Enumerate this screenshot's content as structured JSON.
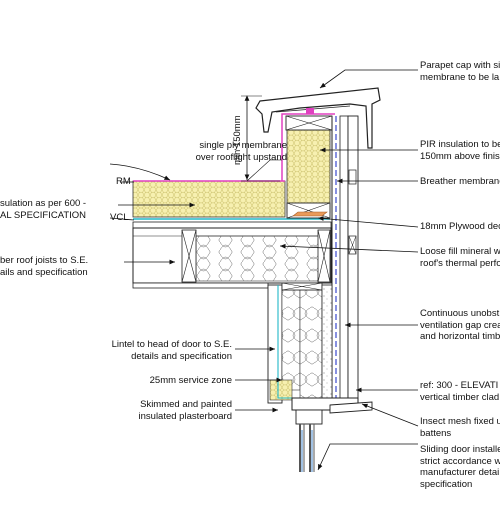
{
  "labels": {
    "membrane_left": "single ply membrane\nover rooflight upstand",
    "rm": "RM",
    "insulation_left": "sulation as per 600 -\nAL SPECIFICATION",
    "vcl": "VCL",
    "joists": "ber roof joists to S.E.\nails and specification",
    "lintel": "Lintel to head of door to S.E.\ndetails and specification",
    "service_zone": "25mm service zone",
    "plasterboard": "Skimmed and painted\ninsulated plasterboard",
    "dimension": "min 150mm",
    "parapet": "Parapet cap with si\nmembrane to be la",
    "pir": "PIR insulation to be\n150mm above finis",
    "breather": "Breather membrane",
    "plywood": "18mm Plywood dec",
    "loose_fill": "Loose fill mineral w\nroof's thermal perfo",
    "ventilation": "Continuous unobst\nventilation gap crea\nand horizontal timb",
    "elevation": "ref: 300 - ELEVATI\nvertical timber clad",
    "insect_mesh": "Insect mesh fixed u\nbattens",
    "sliding_door": "Sliding door installe\nstrict accordance w\nmanufacturer detai\nspecification"
  },
  "colors": {
    "insulation_fill": "#f7f0b0",
    "membrane_pink": "#e040c0",
    "cyan_line": "#22b8c8",
    "blue_dash": "#2838c8",
    "plywood": "#e89a5a"
  }
}
